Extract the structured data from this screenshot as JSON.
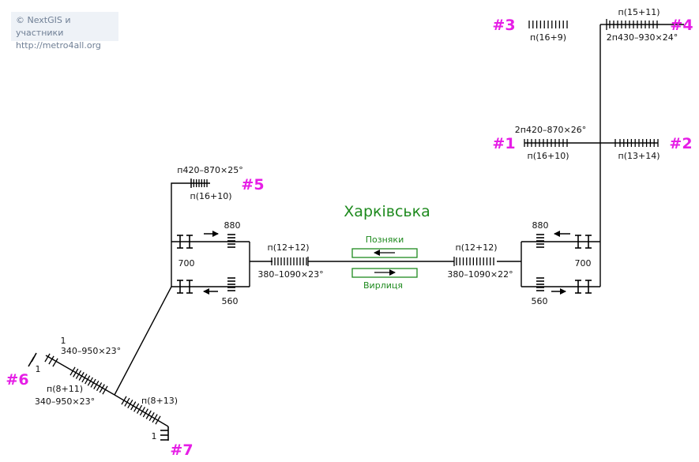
{
  "credit": {
    "line1": "© NextGIS и участники",
    "line2": "http://metro4all.org"
  },
  "station": {
    "name": "Харківська"
  },
  "directions": {
    "top": "Позняки",
    "bottom": "Вирлиця"
  },
  "exits": [
    "#1",
    "#2",
    "#3",
    "#4",
    "#5",
    "#6",
    "#7"
  ],
  "labels": {
    "e3": "п(16+9)",
    "e4_top": "п(15+11)",
    "e4_bottom": "2п430–930×24°",
    "e1_top": "2п420–870×26°",
    "e1_bottom": "п(16+10)",
    "e2": "п(13+14)",
    "e5_top": "п420–870×25°",
    "e5_bottom": "п(16+10)",
    "left_880": "880",
    "left_700": "700",
    "left_560": "560",
    "left_mid_top": "п(12+12)",
    "left_mid_bottom": "380–1090×23°",
    "right_mid_top": "п(12+12)",
    "right_mid_bottom": "380–1090×22°",
    "right_880": "880",
    "right_700": "700",
    "right_560": "560",
    "e6_one_a": "1",
    "e6_spec": "340–950×23°",
    "e6_one_b": "1",
    "e6_lower_top": "п(8+11)",
    "e6_lower_bottom": "340–950×23°",
    "e7_top": "п(8+13)",
    "e7_one": "1"
  }
}
